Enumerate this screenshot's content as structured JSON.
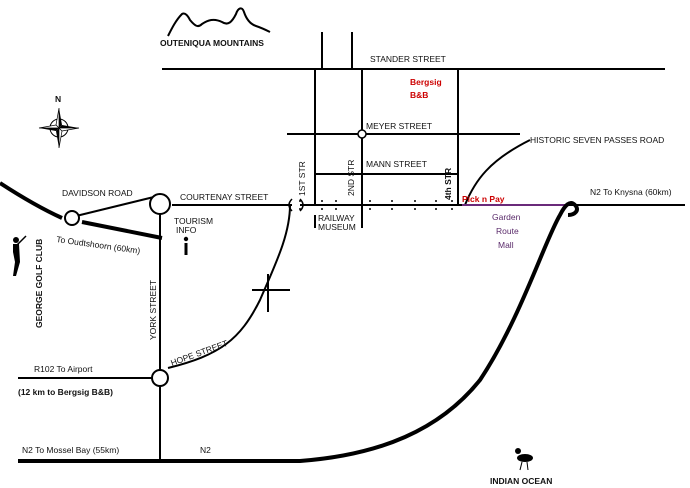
{
  "labels": {
    "mountains": "OUTENIQUA MOUNTAINS",
    "stander_street": "STANDER STREET",
    "bergsig_line1": "Bergsig",
    "bergsig_line2": "B&B",
    "meyer_street": "MEYER STREET",
    "historic_road": "HISTORIC SEVEN PASSES ROAD",
    "mann_street": "MANN STREET",
    "fourth_str": "4th STR",
    "second_str": "2ND STR",
    "first_str": "1ST STR",
    "davidson_road": "DAVIDSON ROAD",
    "courtenay_street": "COURTENAY STREET",
    "pick_n_pay": "Pick n Pay",
    "n2_knysna": "N2 To Knysna (60km)",
    "mall_line1": "Garden",
    "mall_line2": "Route",
    "mall_line3": "Mall",
    "railway_line1": "RAILWAY",
    "railway_line2": "MUSEUM",
    "tourism_line1": "TOURISM",
    "tourism_line2": "INFO",
    "oudtshoorn": "To Oudtshoorn (60km)",
    "golf_club": "GEORGE GOLF CLUB",
    "york_street": "YORK STREET",
    "hope_street": "HOPE STREET",
    "r102_airport": "R102 To Airport",
    "distance_note": "(12 km to Bergsig B&B)",
    "n2_mossel_bay": "N2 To Mossel Bay (55km)",
    "n2": "N2",
    "indian_ocean": "INDIAN OCEAN",
    "north": "N"
  },
  "colors": {
    "road": "#000000",
    "highlight": "#cc0000",
    "mall": "#5a2a6a",
    "route": "#6a2a7a"
  },
  "icons": {
    "compass": "compass-rose-icon",
    "mountains": "mountain-silhouette-icon",
    "golfer": "golfer-icon",
    "info": "info-icon",
    "bird": "seagull-icon"
  }
}
